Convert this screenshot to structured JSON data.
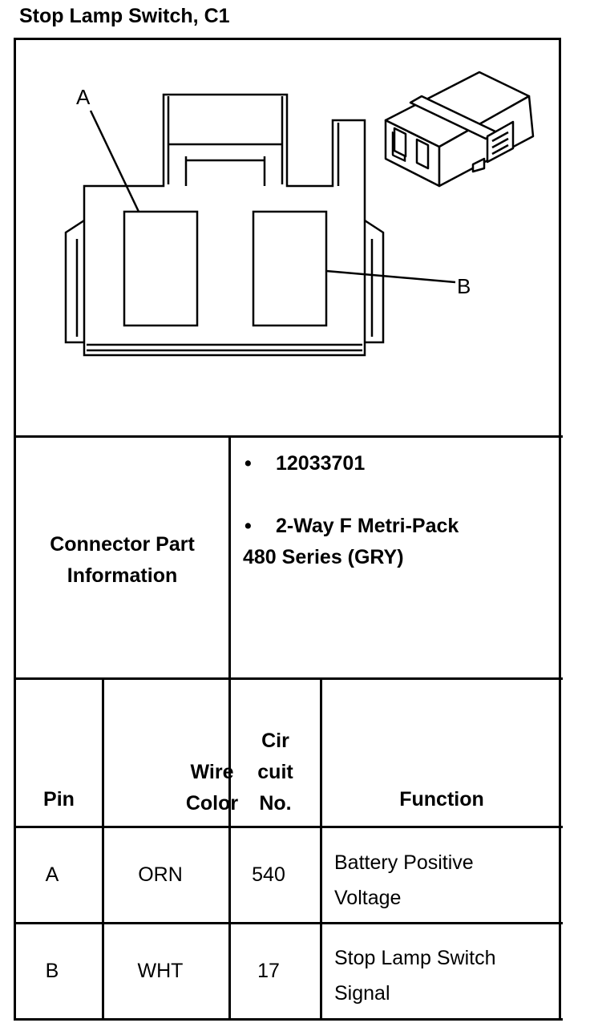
{
  "title": "Stop Lamp Switch, C1",
  "diagram": {
    "callout_a": "A",
    "callout_b": "B"
  },
  "connector_info": {
    "label_line1": "Connector Part",
    "label_line2": "Information",
    "bullet_symbol": "•",
    "part_number": "12033701",
    "description_line1": "2-Way F Metri-Pack",
    "description_line2": "480 Series (GRY)"
  },
  "table": {
    "headers": {
      "pin": "Pin",
      "wire_color_line1": "Wire",
      "wire_color_line2": "Color",
      "circuit_line1": "Cir",
      "circuit_line2": "cuit",
      "circuit_line3": "No.",
      "function": "Function"
    },
    "rows": [
      {
        "pin": "A",
        "wire_color": "ORN",
        "circuit": "540",
        "function_line1": "Battery Positive",
        "function_line2": "Voltage"
      },
      {
        "pin": "B",
        "wire_color": "WHT",
        "circuit": "17",
        "function_line1": "Stop Lamp Switch",
        "function_line2": "Signal"
      }
    ]
  }
}
